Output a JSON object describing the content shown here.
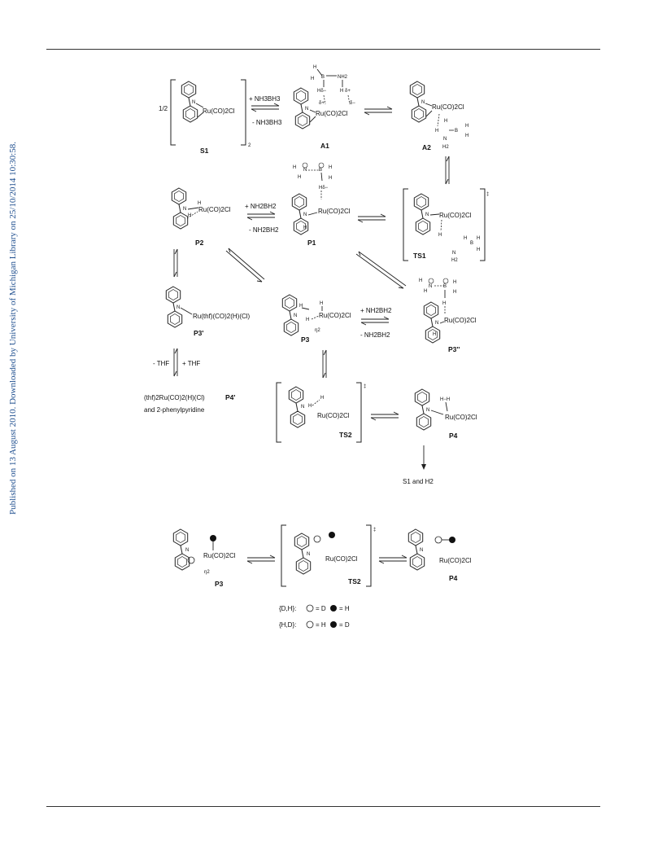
{
  "side_note": "Published on 13 August 2010. Downloaded by University of Michigan Library on 25/10/2014 10:30:58.",
  "labels": {
    "S1": "S1",
    "A1": "A1",
    "A2": "A2",
    "TS1": "TS1",
    "P1": "P1",
    "P2": "P2",
    "P3": "P3",
    "P3p": "P3'",
    "P3pp": "P3''",
    "P4p": "P4'",
    "TS2": "TS2",
    "P4": "P4",
    "P3b": "P3",
    "TS2b": "TS2",
    "P4b": "P4"
  },
  "text": {
    "half": "1/2",
    "s1_sub": "2",
    "ru": "Ru(CO)2Cl",
    "plus_nh3bh3": "+ NH3BH3",
    "minus_nh3bh3": "- NH3BH3",
    "plus_nh2bh2": "+ NH2BH2",
    "minus_nh2bh2": "- NH2BH2",
    "minus_thf": "- THF",
    "plus_thf": "+ THF",
    "p3p_ru": "Ru(thf)(CO)2(H)(Cl)",
    "p4p_line1": "(thf)2Ru(CO)2(H)(Cl)",
    "p4p_line2": "and 2-phenylpyridine",
    "final": "S1   and   H2",
    "eta2": "η2",
    "ddagger": "‡",
    "legend_dh": "{D,H}:",
    "legend_hd": "{H,D}:",
    "eq_D": "= D",
    "eq_H": "= H"
  }
}
